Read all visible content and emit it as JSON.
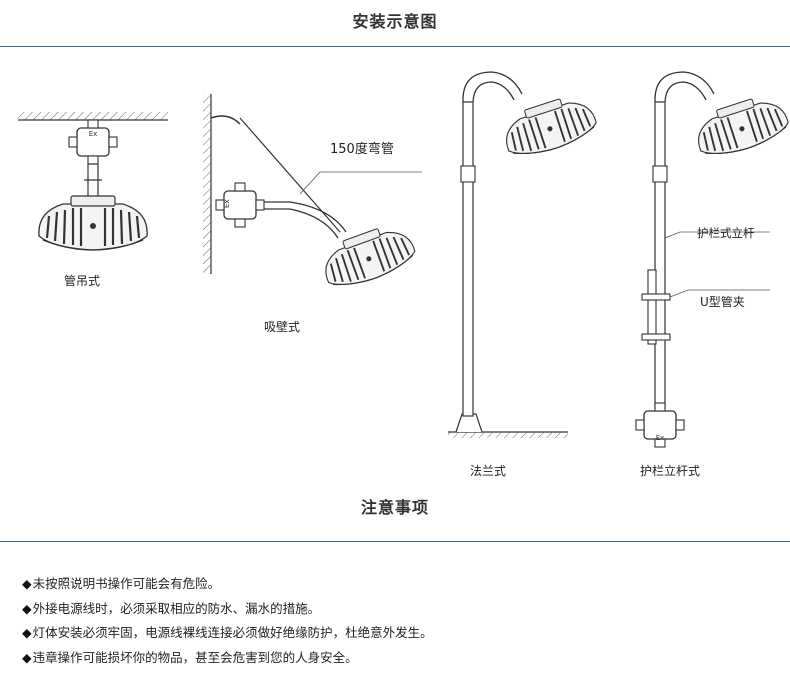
{
  "header": {
    "title": "安装示意图"
  },
  "diagram": {
    "mounts": [
      {
        "key": "ceiling",
        "label": "管吊式"
      },
      {
        "key": "wall",
        "label": "吸壁式"
      },
      {
        "key": "flange",
        "label": "法兰式"
      },
      {
        "key": "guardrail",
        "label": "护栏立杆式"
      }
    ],
    "callouts": {
      "elbow": "150度弯管",
      "pole": "护栏式立杆",
      "clamp": "U型管夹"
    },
    "box_marking": "Ex"
  },
  "notes_section": {
    "title": "注意事项",
    "bullet": "◆",
    "items": [
      "未按照说明书操作可能会有危险。",
      "外接电源线时，必须采取相应的防水、漏水的措施。",
      "灯体安装必须牢固，电源线裸线连接必须做好绝缘防护，杜绝意外发生。",
      "违章操作可能损坏你的物品，甚至会危害到您的人身安全。"
    ]
  },
  "colors": {
    "rule": "#3a6f8a",
    "line": "#444444",
    "lamp_dark": "#3a3a3a"
  }
}
